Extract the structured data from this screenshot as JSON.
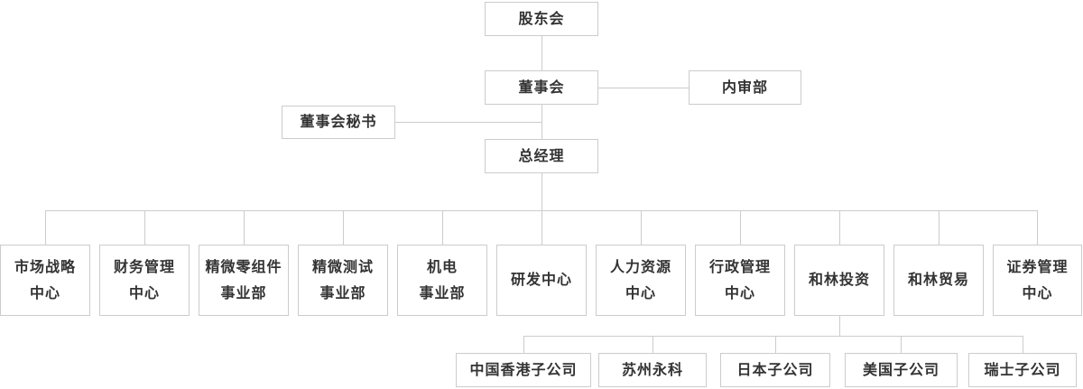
{
  "nodes": {
    "shareholders": "股东会",
    "board": "董事会",
    "internal_audit": "内审部",
    "board_secretary": "董事会秘书",
    "general_manager": "总经理"
  },
  "departments": [
    {
      "label": "市场战略\n中心"
    },
    {
      "label": "财务管理\n中心"
    },
    {
      "label": "精微零组件\n事业部"
    },
    {
      "label": "精微测试\n事业部"
    },
    {
      "label": "机电\n事业部"
    },
    {
      "label": "研发中心"
    },
    {
      "label": "人力资源\n中心"
    },
    {
      "label": "行政管理\n中心"
    },
    {
      "label": "和林投资"
    },
    {
      "label": "和林贸易"
    },
    {
      "label": "证券管理\n中心"
    }
  ],
  "subsidiaries": [
    {
      "label": "中国香港子公司"
    },
    {
      "label": "苏州永科"
    },
    {
      "label": "日本子公司"
    },
    {
      "label": "美国子公司"
    },
    {
      "label": "瑞士子公司"
    }
  ],
  "colors": {
    "background": "#ffffff",
    "box_border": "#cccccc",
    "connector_line": "#cccccc",
    "text": "#333333"
  }
}
